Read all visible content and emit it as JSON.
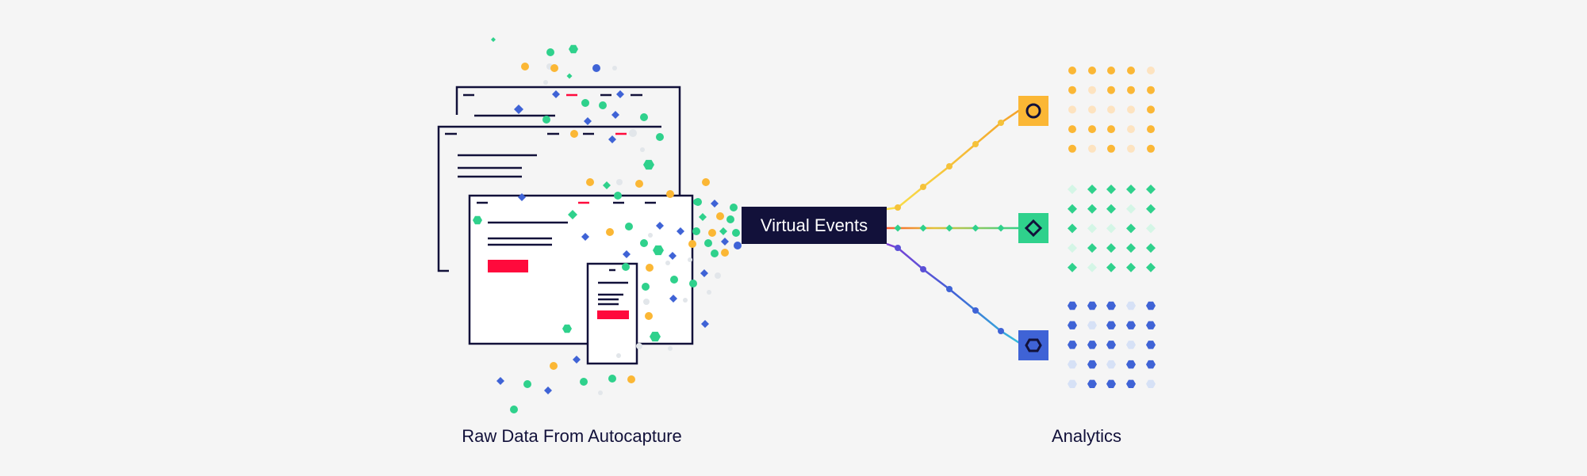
{
  "left_caption": "Raw Data From Autocapture",
  "center_label": "Virtual Events",
  "right_caption": "Analytics",
  "colors": {
    "navy": "#12113a",
    "red": "#ff0a3c",
    "orange": "#fbb735",
    "orange_light": "#fde3c0",
    "green": "#2fd18c",
    "green_light": "#d4f6e6",
    "blue": "#3f63d6",
    "blue_light": "#d6e1f6",
    "background": "#f5f5f5"
  },
  "outputs": [
    {
      "name": "circle",
      "color": "#fbb735",
      "light": "#fde3c0",
      "icon": "circle-icon",
      "dot": "circle"
    },
    {
      "name": "diamond",
      "color": "#2fd18c",
      "light": "#d4f6e6",
      "icon": "diamond-icon",
      "dot": "diamond"
    },
    {
      "name": "hexagon",
      "color": "#3f63d6",
      "light": "#d6e1f6",
      "icon": "hexagon-icon",
      "dot": "hexagon"
    }
  ],
  "grids": [
    [
      [
        1,
        1,
        1,
        1,
        0
      ],
      [
        1,
        0,
        1,
        1,
        1
      ],
      [
        0,
        0,
        0,
        0,
        1
      ],
      [
        1,
        1,
        1,
        0,
        1
      ],
      [
        1,
        0,
        1,
        0,
        1
      ]
    ],
    [
      [
        0,
        1,
        1,
        1,
        1
      ],
      [
        1,
        1,
        1,
        0,
        1
      ],
      [
        1,
        0,
        0,
        1,
        0
      ],
      [
        0,
        1,
        1,
        1,
        1
      ],
      [
        1,
        0,
        1,
        1,
        1
      ]
    ],
    [
      [
        1,
        1,
        1,
        0,
        1
      ],
      [
        1,
        0,
        1,
        1,
        1
      ],
      [
        1,
        1,
        1,
        0,
        1
      ],
      [
        0,
        1,
        0,
        1,
        1
      ],
      [
        0,
        1,
        1,
        1,
        0
      ]
    ]
  ]
}
